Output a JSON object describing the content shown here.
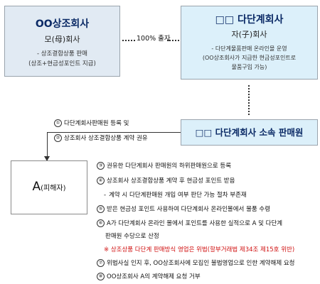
{
  "parent_company": {
    "name": "OO상조회사",
    "role": "모(母)회사",
    "desc_lines": [
      "- 상조결합상품 판매",
      "(상조+현금성포인트 지급)"
    ]
  },
  "link_label": "100% 출자",
  "subsidiary": {
    "name": "□□ 다단계회사",
    "role": "자(子)회사",
    "desc_lines": [
      "- 다단계물품판매 온라인몰 운영",
      "(OO상조회사가 지급한 현금성포인트로",
      "물품구입 가능)"
    ]
  },
  "agent": {
    "name": "□□ 다단계회사 소속 판매원"
  },
  "victim": {
    "label": "A",
    "suffix": "(피해자)"
  },
  "steps_top": [
    {
      "num": "①",
      "text": "다단계회사판매원 등록 및"
    },
    {
      "num": "②",
      "text": "상조회사 상조결합상품 계약 권유"
    }
  ],
  "steps": [
    {
      "num": "③",
      "text": "권유한 다단계회사 판매원의 하위판매원으로 등록"
    },
    {
      "num": "④",
      "text": "상조회사 상조결합상품 계약 후 현금성 포인트 받음"
    },
    {
      "num": "-",
      "text": "계약 시 다단계판매원 개입 여부 판단 가능 절차 부존재"
    },
    {
      "num": "⑤",
      "text": "받은 현금성 포인트 사용하여 다단계회사 온라인몰에서 물품 수령"
    },
    {
      "num": "⑥",
      "text": "A가 다단계회사 온라인 몰에서 포인트를 사용한 실적으로 A 및 다단계"
    },
    {
      "num": "",
      "text": "판매원 수당으로 산정"
    },
    {
      "num": "※",
      "text": "상조상품 다단계 판매방식 영업은 위법(할부거래법 제34조 제15호 위반)"
    },
    {
      "num": "⑦",
      "text": "위법사실 인지 후, OO상조회사에 모집인 불법영업으로 인한 계약해제 요청"
    },
    {
      "num": "⑧",
      "text": "OO상조회사 A의 계약해제 요청 거부"
    }
  ],
  "colors": {
    "box_fill": "#dcf0fa",
    "title": "#0b2a66",
    "warning": "#d01010"
  }
}
